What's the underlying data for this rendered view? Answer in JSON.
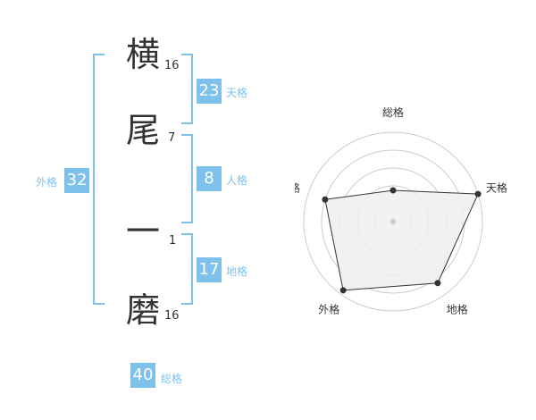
{
  "name": {
    "chars": [
      {
        "char": "横",
        "strokes": "16"
      },
      {
        "char": "尾",
        "strokes": "7"
      },
      {
        "char": "一",
        "strokes": "1"
      },
      {
        "char": "磨",
        "strokes": "16"
      }
    ]
  },
  "fortunes": {
    "tenkaku": {
      "value": "23",
      "label": "天格"
    },
    "jinkaku": {
      "value": "8",
      "label": "人格"
    },
    "chikaku": {
      "value": "17",
      "label": "地格"
    },
    "gaikaku": {
      "value": "32",
      "label": "外格"
    },
    "soukaku": {
      "value": "40",
      "label": "総格"
    }
  },
  "colors": {
    "accent": "#7ec2ec",
    "text": "#333333",
    "grid": "#cccccc",
    "fill": "#eeeeee"
  },
  "chart_data": {
    "type": "radar",
    "axes": [
      "総格",
      "天格",
      "地格",
      "外格",
      "人格"
    ],
    "values": [
      0.35,
      1.0,
      0.85,
      0.95,
      0.8
    ],
    "range": [
      0,
      1
    ],
    "rings": 5
  }
}
